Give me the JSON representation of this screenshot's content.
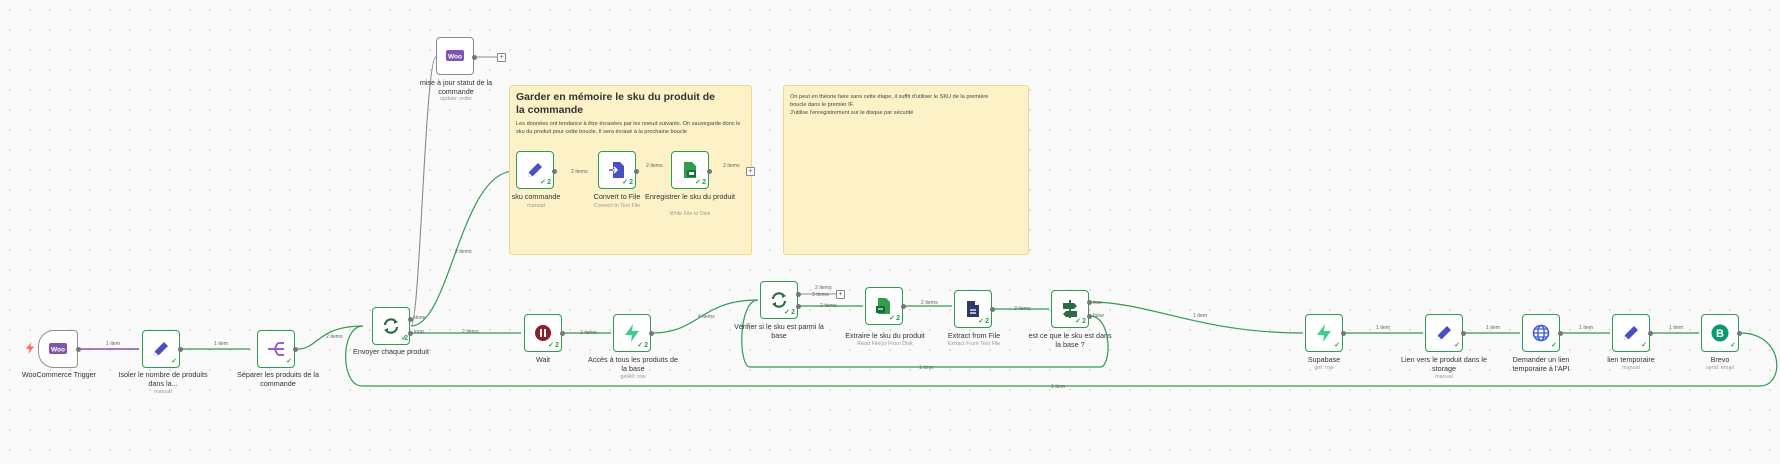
{
  "sticky_notes": [
    {
      "title": "Garder en mémoire le sku du produit de la commande",
      "body": "Les données ont tendance à être écrasées par les noeud suivants. On sauvegarde donc le sku du produit pour cette boucle. Il sera écrasé à la prochaine boucle"
    },
    {
      "title": "",
      "body": "On peut en théorie faire sans cette étape, il suffit d'utiliser le SKU de la première boucle dans le premier IF.\nJ'utilise l'enregistrement sur le disque par sécurité"
    }
  ],
  "nodes": [
    {
      "id": "woo_trigger",
      "label": "WooCommerce Trigger",
      "sub": "",
      "icon": "woocommerce-icon",
      "count": ""
    },
    {
      "id": "isoler",
      "label": "Isoler le nombre de produits dans la...",
      "sub": "manual",
      "icon": "pencil-icon",
      "count": ""
    },
    {
      "id": "separer",
      "label": "Séparer les produits de la commande",
      "sub": "",
      "icon": "split-icon",
      "count": ""
    },
    {
      "id": "envoyer",
      "label": "Envoyer chaque produit",
      "sub": "",
      "icon": "loop-icon",
      "count": "2"
    },
    {
      "id": "maj_statut",
      "label": "mise à jour statut de la commande",
      "sub": "update: order",
      "icon": "woocommerce-icon",
      "count": ""
    },
    {
      "id": "sku_commande",
      "label": "sku commande",
      "sub": "manual",
      "icon": "pencil-icon",
      "count": "2"
    },
    {
      "id": "convert",
      "label": "Convert to File",
      "sub": "Convert to Text File",
      "icon": "convert-file-icon",
      "count": "2"
    },
    {
      "id": "enregistrer",
      "label": "Enregistrer le sku du produit",
      "sub": "Write File to Disk",
      "icon": "save-file-icon",
      "count": "2"
    },
    {
      "id": "wait",
      "label": "Wait",
      "sub": "",
      "icon": "pause-icon",
      "count": "2"
    },
    {
      "id": "acces",
      "label": "Accès à tous les produits de la base",
      "sub": "getAll: row",
      "icon": "supabase-icon",
      "count": "2"
    },
    {
      "id": "verifier",
      "label": "Vérifier si le sku est parmi la base",
      "sub": "",
      "icon": "loop-icon",
      "count": "2"
    },
    {
      "id": "extraire",
      "label": "Extraire le sku du produit",
      "sub": "Read File(s) From Disk",
      "icon": "read-file-icon",
      "count": "2"
    },
    {
      "id": "extract",
      "label": "Extract from File",
      "sub": "Extract From Text File",
      "icon": "extract-file-icon",
      "count": "2"
    },
    {
      "id": "est_ce",
      "label": "est ce que le sku est dans la base ?",
      "sub": "",
      "icon": "if-icon",
      "count": "2"
    },
    {
      "id": "supabase",
      "label": "Supabase",
      "sub": "get: row",
      "icon": "supabase-icon",
      "count": ""
    },
    {
      "id": "lien_produit",
      "label": "Lien vers le produit dans le storage",
      "sub": "manual",
      "icon": "pencil-icon",
      "count": ""
    },
    {
      "id": "demander",
      "label": "Demander un lien temporaire à l'API",
      "sub": "",
      "icon": "globe-icon",
      "count": ""
    },
    {
      "id": "lien_temp",
      "label": "lien temporaire",
      "sub": "manual",
      "icon": "pencil-icon",
      "count": ""
    },
    {
      "id": "brevo",
      "label": "Brevo",
      "sub": "send: email",
      "icon": "brevo-icon",
      "count": ""
    }
  ],
  "edges": [
    {
      "label": "1 item"
    },
    {
      "label": "1 item"
    },
    {
      "label": "2 items"
    },
    {
      "label": "2 items"
    },
    {
      "label": "2 items"
    },
    {
      "label": "2 items"
    },
    {
      "label": "2 items"
    },
    {
      "label": "2 items"
    },
    {
      "label": "2 items"
    },
    {
      "label": "4 items"
    },
    {
      "label": "2 items"
    },
    {
      "label": "2 items"
    },
    {
      "label": "2 items"
    },
    {
      "label": "2 items"
    },
    {
      "label": "1 item"
    },
    {
      "label": "1 item"
    },
    {
      "label": "1 item"
    },
    {
      "label": "1 item"
    },
    {
      "label": "1 item"
    },
    {
      "label": "1 item"
    },
    {
      "label": "1 item"
    },
    {
      "label": "3 items"
    }
  ],
  "port_labels": {
    "done": "done",
    "loop": "loop",
    "true": "true",
    "false": "false"
  },
  "colors": {
    "success": "#2e9a52",
    "woo": "#7f54b3",
    "sticky": "#fdf2c7",
    "pencil": "#4b4fc4",
    "supabase": "#3ecf8e",
    "wait": "#8b1e2d",
    "brevo": "#0b996e"
  }
}
